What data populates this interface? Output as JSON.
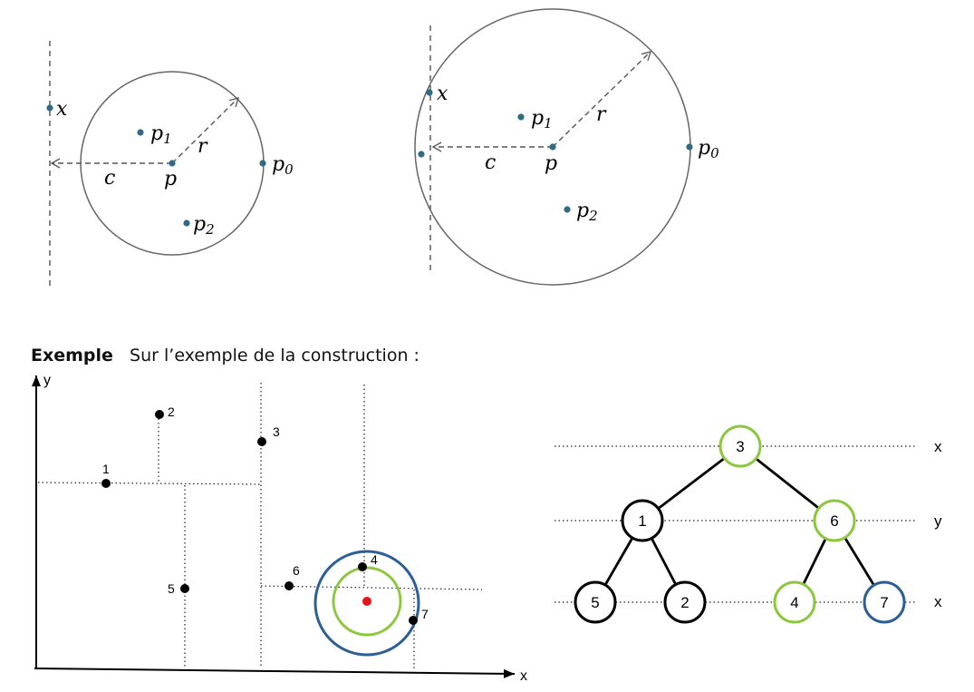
{
  "fig1": {
    "labels": {
      "x": "x",
      "p1": "p",
      "p1_sub": "1",
      "r": "r",
      "p": "p",
      "c": "c",
      "p0": "p",
      "p0_sub": "0",
      "p2": "p",
      "p2_sub": "2"
    }
  },
  "fig2": {
    "labels": {
      "x": "x",
      "p1": "p",
      "p1_sub": "1",
      "r": "r",
      "p": "p",
      "c": "c",
      "p0": "p",
      "p0_sub": "0",
      "p2": "p",
      "p2_sub": "2"
    }
  },
  "example": {
    "title": "Exemple",
    "text": "Sur l’exemple de la construction :"
  },
  "plane": {
    "axis_x": "x",
    "axis_y": "y",
    "points": [
      {
        "id": "1",
        "label": "1"
      },
      {
        "id": "2",
        "label": "2"
      },
      {
        "id": "3",
        "label": "3"
      },
      {
        "id": "4",
        "label": "4"
      },
      {
        "id": "5",
        "label": "5"
      },
      {
        "id": "6",
        "label": "6"
      },
      {
        "id": "7",
        "label": "7"
      }
    ],
    "colors": {
      "point": "#000000",
      "query": "#e8141b",
      "green": "#8dc63f",
      "blue": "#2c5f96"
    }
  },
  "tree": {
    "nodes": [
      {
        "label": "3",
        "color": "#8dc63f"
      },
      {
        "label": "1",
        "color": "#000000"
      },
      {
        "label": "6",
        "color": "#8dc63f"
      },
      {
        "label": "5",
        "color": "#000000"
      },
      {
        "label": "2",
        "color": "#000000"
      },
      {
        "label": "4",
        "color": "#8dc63f"
      },
      {
        "label": "7",
        "color": "#2c5f96"
      }
    ],
    "level_labels": [
      "x",
      "y",
      "x"
    ]
  }
}
